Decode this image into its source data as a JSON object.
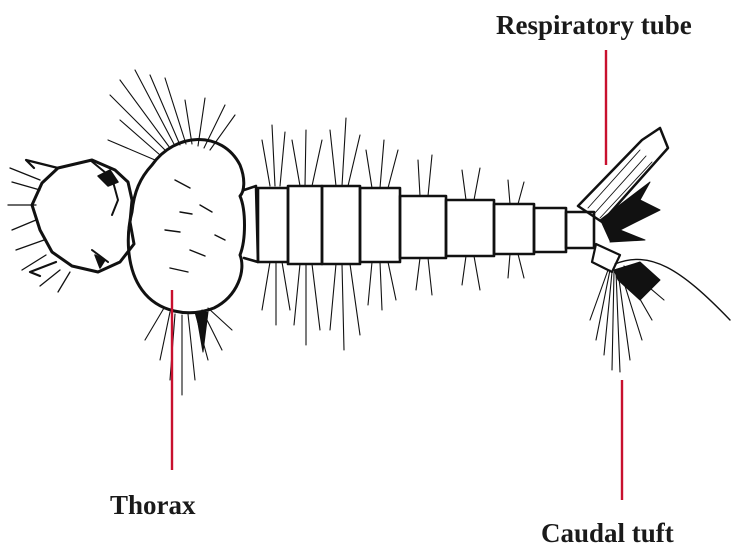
{
  "labels": {
    "respiratory_tube": "Respiratory tube",
    "thorax": "Thorax",
    "caudal_tuft": "Caudal tuft"
  },
  "colors": {
    "leader_line": "#c8102e",
    "ink": "#111111",
    "background": "#ffffff"
  }
}
